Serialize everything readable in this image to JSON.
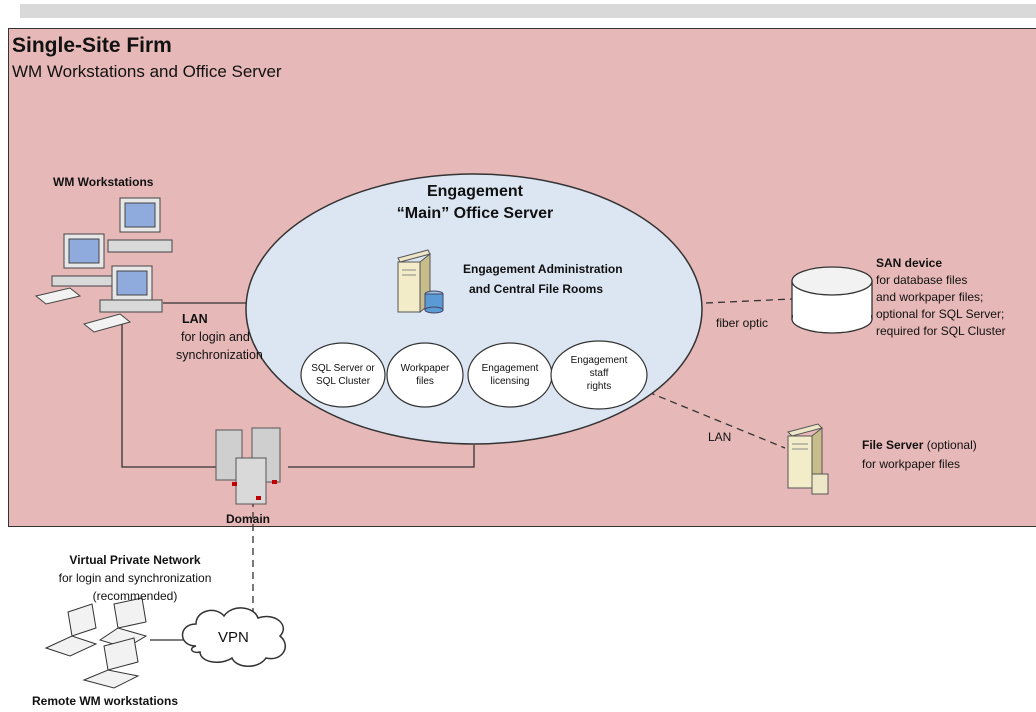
{
  "site": {
    "title": "Single-Site Firm",
    "subtitle": "WM Workstations and Office Server"
  },
  "workstations": {
    "label": "WM Workstations"
  },
  "lan_left": {
    "title": "LAN",
    "line1": "for  login and",
    "line2": "synchronization"
  },
  "server": {
    "title_line1": "Engagement",
    "title_line2": "“Main” Office Server",
    "role_line1": "Engagement Administration",
    "role_line2": "and Central File Rooms"
  },
  "bubbles": [
    {
      "line1": "SQL Server or",
      "line2": "SQL Cluster",
      "line3": ""
    },
    {
      "line1": "Workpaper",
      "line2": "files",
      "line3": ""
    },
    {
      "line1": "Engagement",
      "line2": "licensing",
      "line3": ""
    },
    {
      "line1": "Engagement",
      "line2": "staff",
      "line3": "rights"
    }
  ],
  "fiber_label": "fiber optic",
  "san": {
    "title": "SAN device",
    "line1": "for database files",
    "line2": "and workpaper files;",
    "line3": "optional for SQL Server;",
    "line4": "required for SQL Cluster"
  },
  "lan_right": "LAN",
  "file_server": {
    "title": "File Server",
    "suffix": " (optional)",
    "line1": "for workpaper files"
  },
  "domain_label": "Domain",
  "vpn_info": {
    "title": "Virtual Private Network",
    "line1": "for login and synchronization",
    "line2": "(recommended)"
  },
  "vpn_label": "VPN",
  "remote_label": "Remote WM workstations",
  "colors": {
    "site_bg": "#e6b9b8",
    "server_ellipse": "#dce6f2",
    "line": "#333333"
  }
}
